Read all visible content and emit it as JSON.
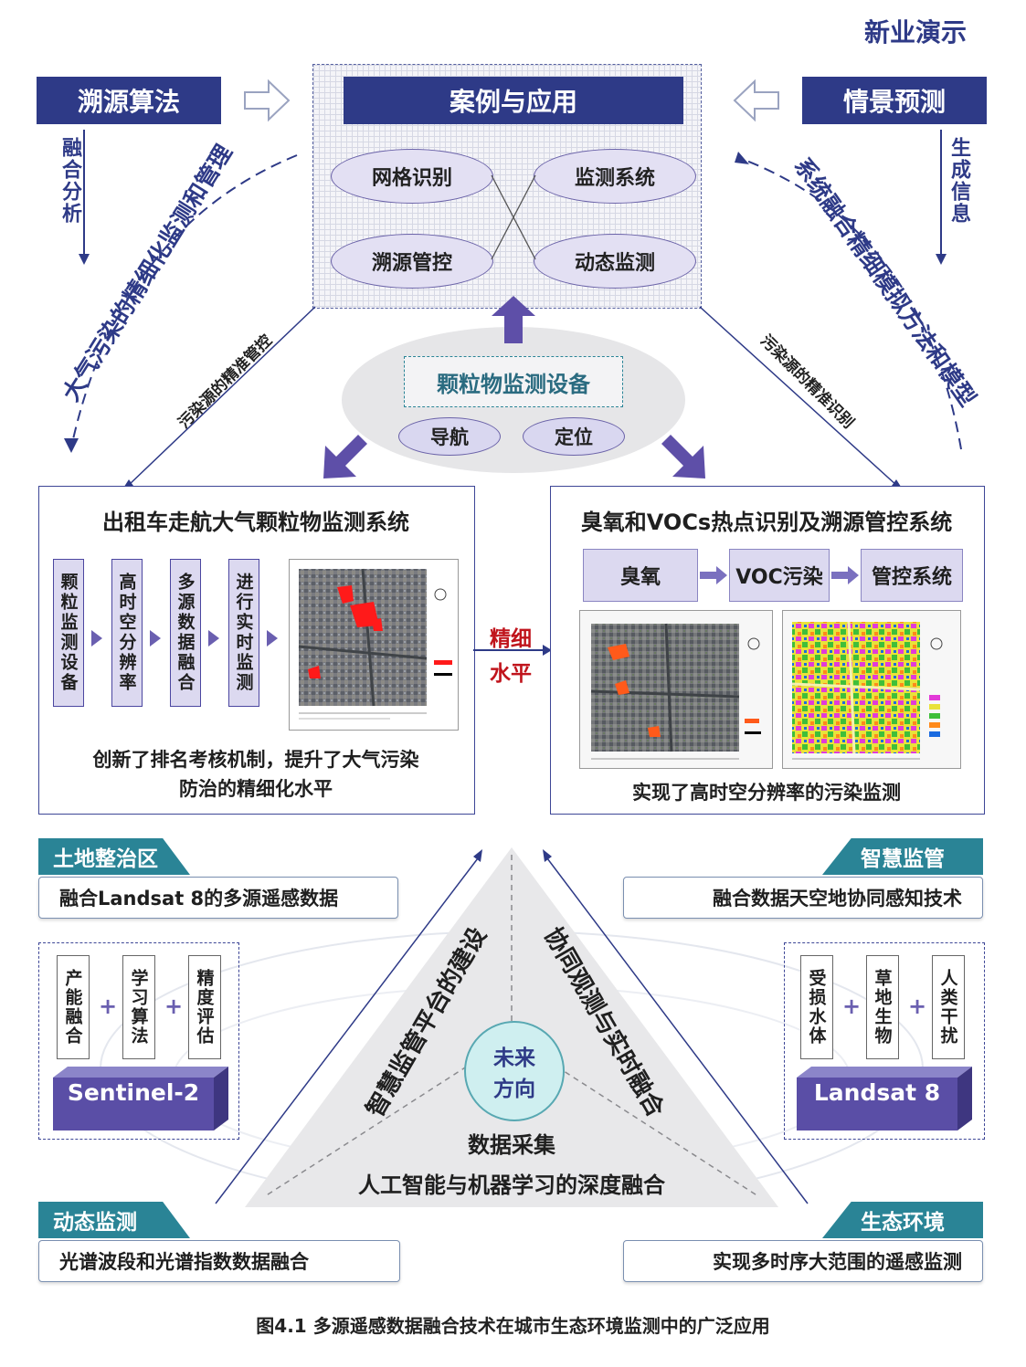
{
  "corner_label": "新业演示",
  "top": {
    "left_title": "溯源算法",
    "center_title": "案例与应用",
    "right_title": "情景预测",
    "left_vertical": "融合分析",
    "right_vertical": "生成信息",
    "left_arc_text": "大气污染的精细化监测和管理",
    "right_arc_text": "系统融合精细模拟方法和模型",
    "ellipses": [
      "网格识别",
      "监测系统",
      "溯源管控",
      "动态监测"
    ],
    "left_diag_text": "污染源的精准管控",
    "right_diag_text": "污染源的精准识别"
  },
  "device": {
    "title": "颗粒物监测设备",
    "tags": [
      "导航",
      "定位"
    ]
  },
  "left_panel": {
    "title": "出租车走航大气颗粒物监测系统",
    "steps": [
      "颗粒监测设备",
      "高时空分辨率",
      "多源数据融合",
      "进行实时监测"
    ],
    "caption_line1": "创新了排名考核机制，提升了大气污染",
    "caption_line2": "防治的精细化水平"
  },
  "middle_label": {
    "line1": "精细",
    "line2": "水平"
  },
  "right_panel": {
    "title": "臭氧和VOCs热点识别及溯源管控系统",
    "flow": [
      "臭氧",
      "VOC污染",
      "管控系统"
    ],
    "caption": "实现了高时空分辨率的污染监测"
  },
  "bottom": {
    "tl_tab": "土地整治区",
    "tl_info": "融合Landsat 8的多源遥感数据",
    "tl_items": [
      "产能融合",
      "学习算法",
      "精度评估"
    ],
    "tl_block": "Sentinel-2",
    "tr_tab": "智慧监管",
    "tr_info": "融合数据天空地协同感知技术",
    "tr_items": [
      "受损水体",
      "草地生物",
      "人类干扰"
    ],
    "tr_block": "Landsat 8",
    "bl_tab": "动态监测",
    "bl_info": "光谱波段和光谱指数数据融合",
    "br_tab": "生态环境",
    "br_info": "实现多时序大范围的遥感监测",
    "tri_left": "智慧监管平台的建设",
    "tri_right": "协同观测与实时融合",
    "center_circle_l1": "未来",
    "center_circle_l2": "方向",
    "tri_line1": "数据采集",
    "tri_line2": "人工智能与机器学习的深度融合"
  },
  "figure_caption": "图4.1 多源遥感数据融合技术在城市生态环境监测中的广泛应用",
  "colors": {
    "navy": "#2e3a87",
    "lavender": "#e3e0f3",
    "purple_arrow": "#5e4fa8",
    "teal": "#2a8496",
    "red_text": "#c0141c"
  }
}
